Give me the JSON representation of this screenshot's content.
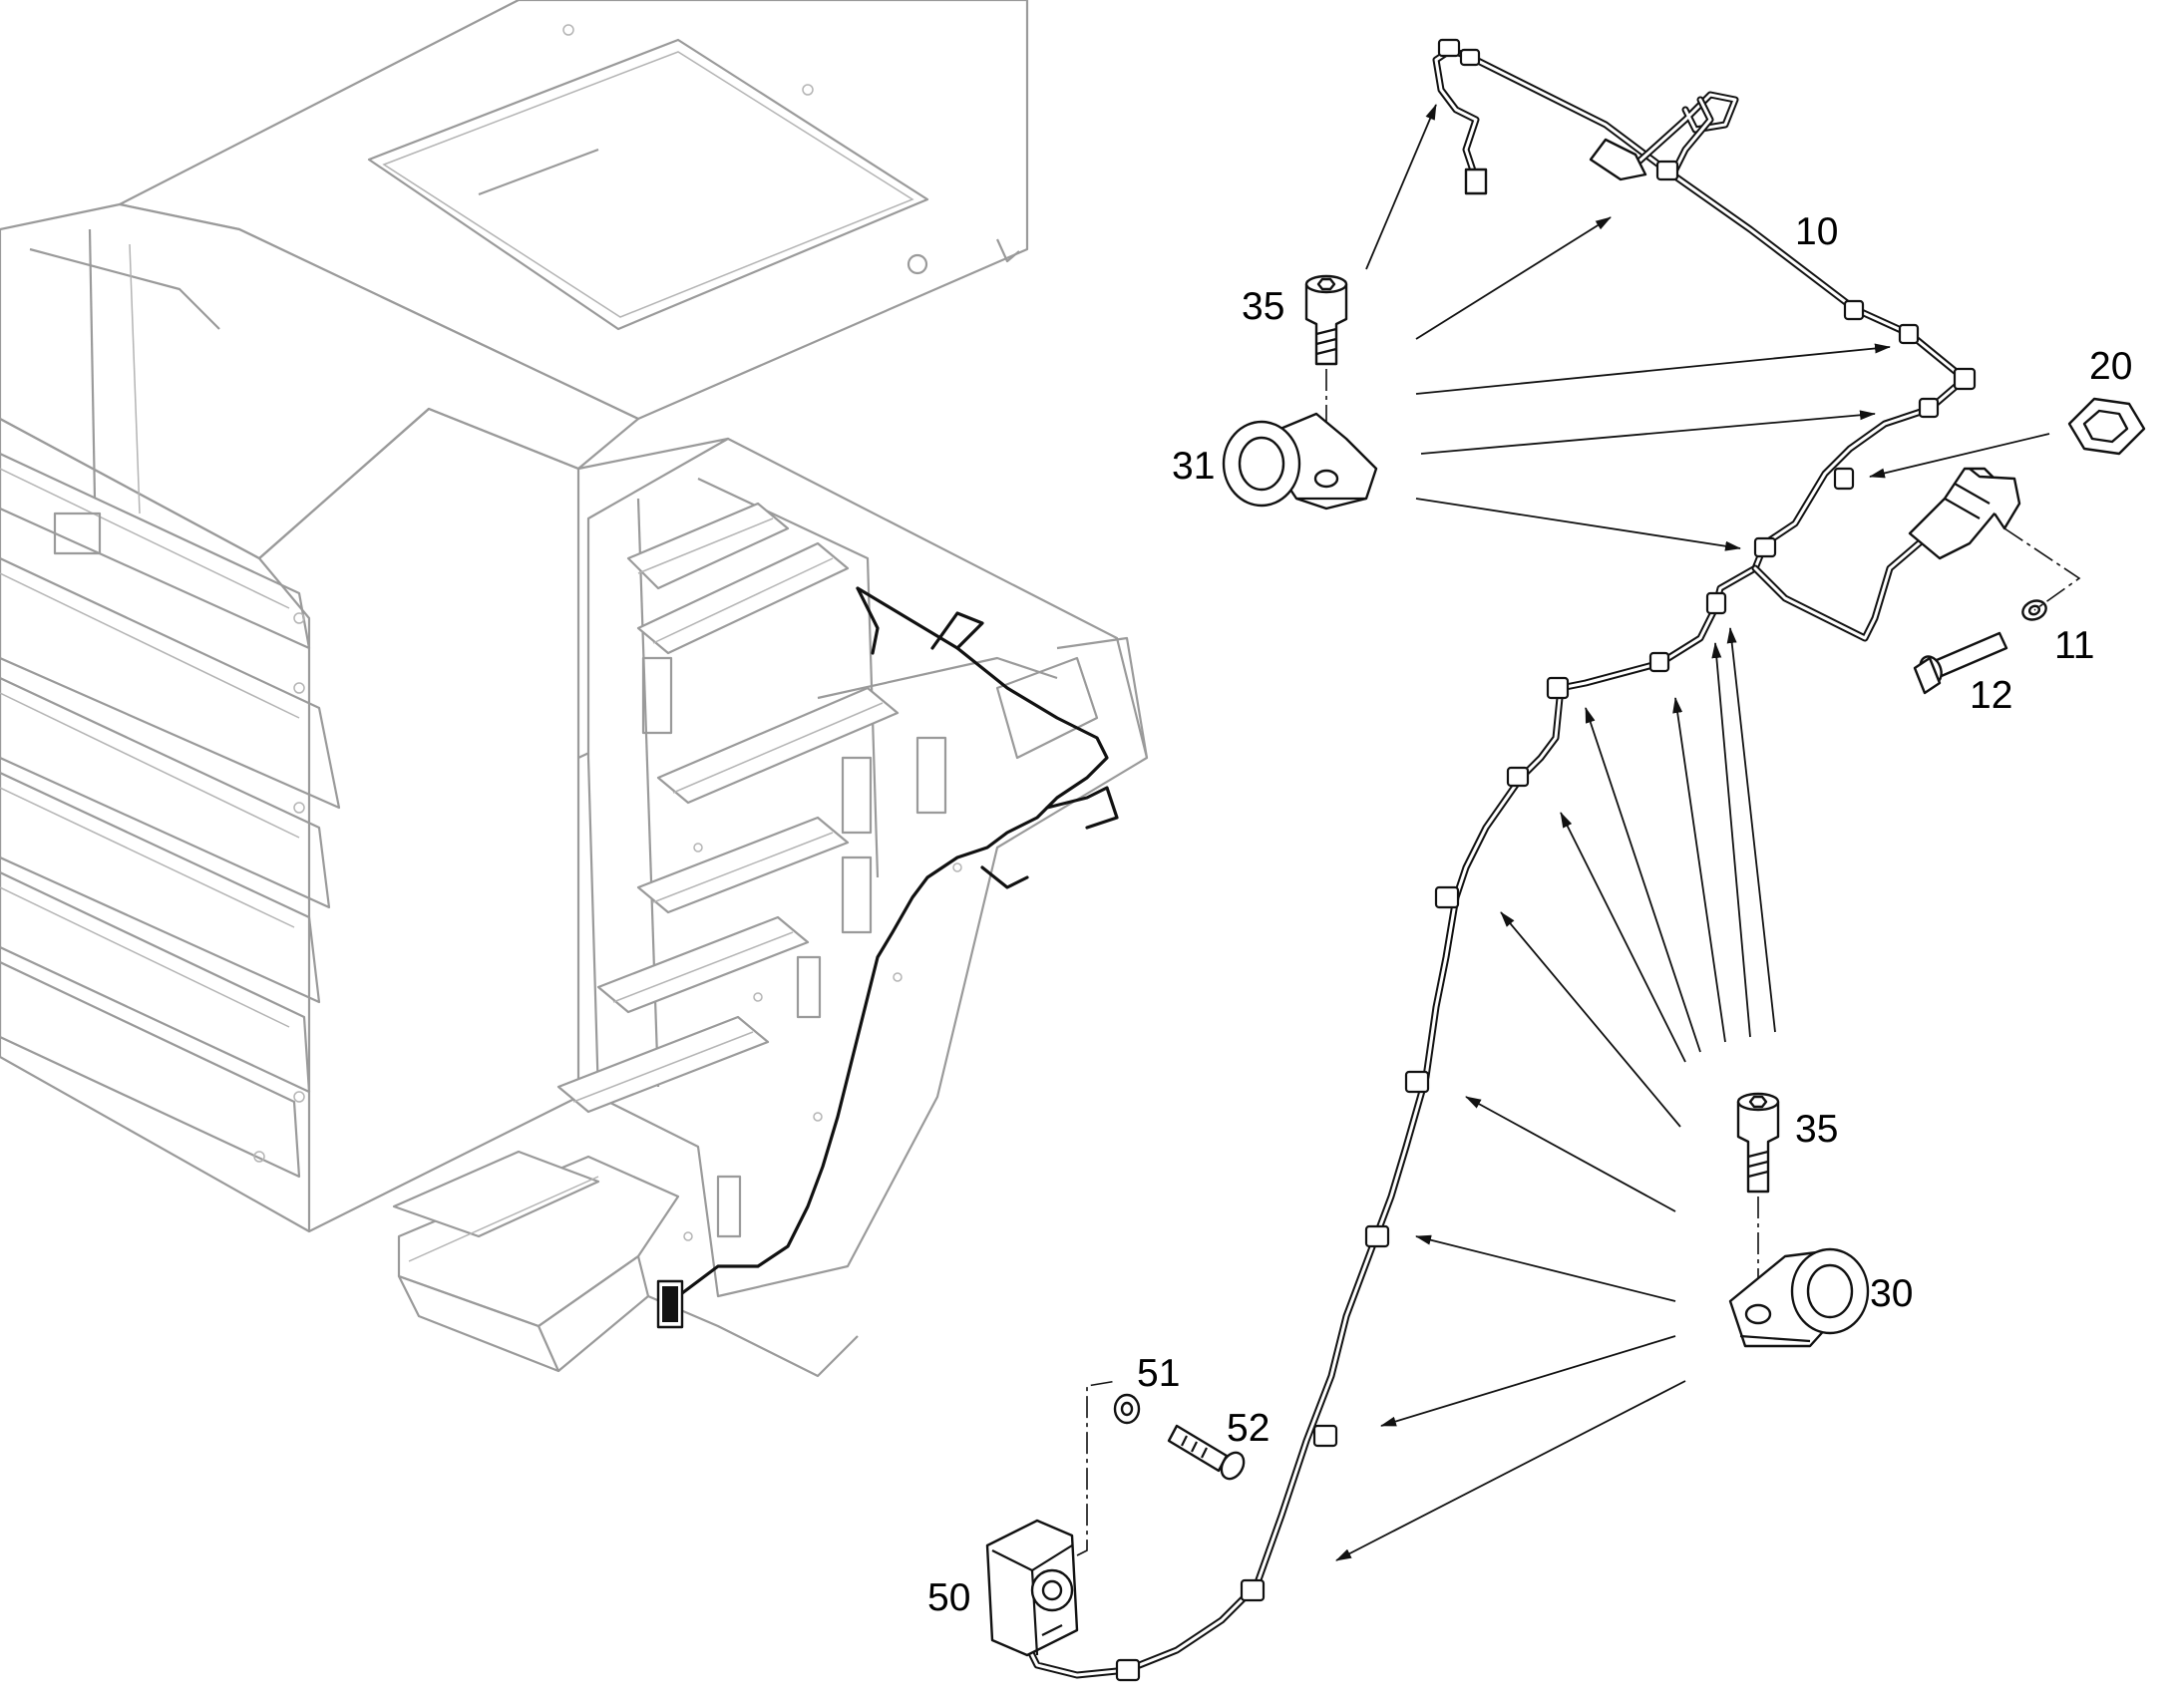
{
  "callouts": {
    "c10": "10",
    "c11": "11",
    "c12": "12",
    "c20": "20",
    "c30": "30",
    "c31": "31",
    "c35_top": "35",
    "c35_bottom": "35",
    "c50": "50",
    "c51": "51",
    "c52": "52"
  },
  "colors": {
    "line": "#111111",
    "ghost_line": "#9a9a9a",
    "background": "#ffffff"
  }
}
